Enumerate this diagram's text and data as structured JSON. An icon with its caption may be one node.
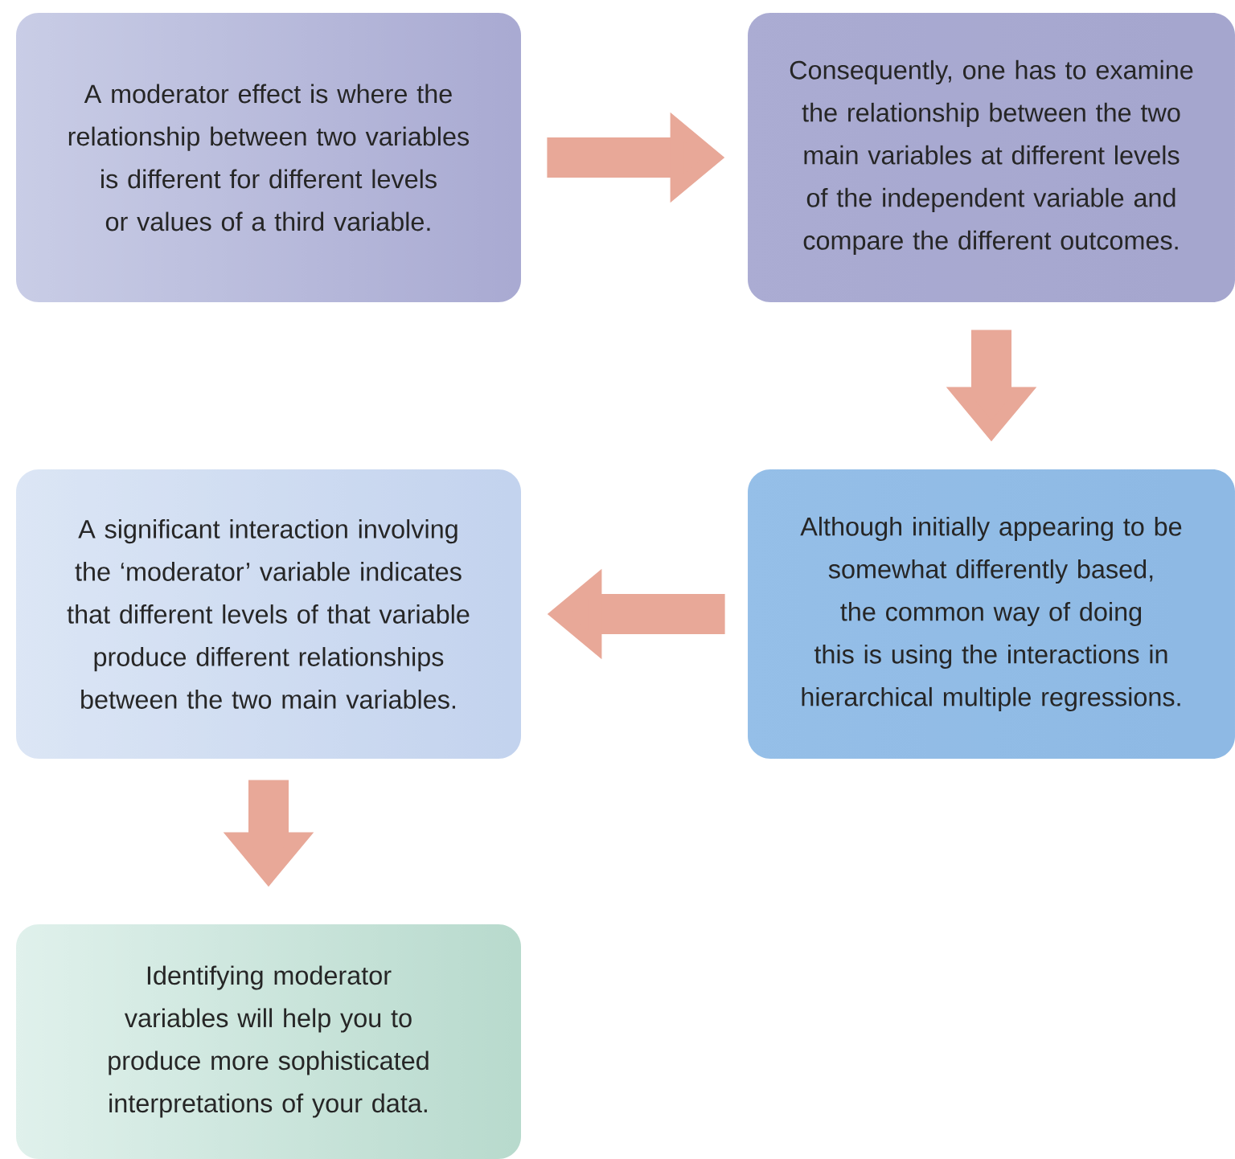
{
  "diagram": {
    "nodes": [
      {
        "text": [
          "A moderator effect is where the relationship between two variables is different for different levels or values of a third variable."
        ]
      },
      {
        "text": [
          "Consequently, one has to examine the relationship between the two main variables at different levels of the independent variable and compare the different outcomes."
        ]
      },
      {
        "text": [
          "Although initially appearing to be somewhat differently based, the common way of doing this is using the interactions in hierarchical multiple regressions."
        ]
      },
      {
        "text": [
          "A significant interaction involving the ‘moderator’ variable indicates that different levels of that variable produce different relationships between the two main variables."
        ]
      },
      {
        "text": [
          "Identifying moderator variables will help you to produce more sophisticated interpretations of your data."
        ]
      }
    ],
    "edges": [
      {
        "from": 0,
        "to": 1,
        "arrow": "to"
      },
      {
        "from": 1,
        "to": 2,
        "arrow": "to"
      },
      {
        "from": 2,
        "to": 3,
        "arrow": "to"
      },
      {
        "from": 3,
        "to": 4,
        "arrow": "to"
      }
    ]
  }
}
